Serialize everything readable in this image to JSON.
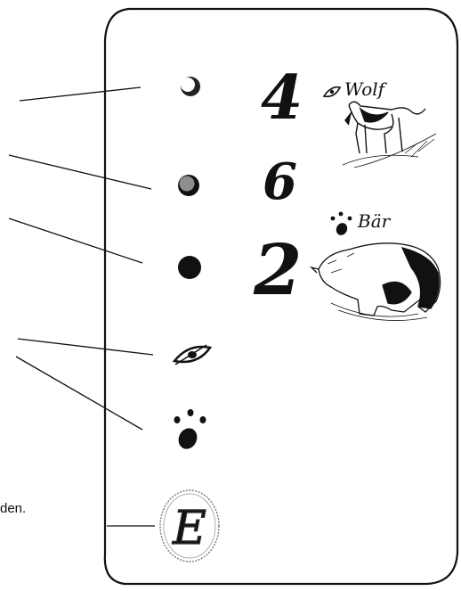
{
  "card": {
    "values": {
      "white": "4",
      "grey": "6",
      "black": "2"
    },
    "animals": {
      "wolf": "Wolf",
      "bear": "Bär"
    },
    "emblem_letter": "E"
  },
  "callout_fragment": "den.",
  "colors": {
    "ink": "#111111",
    "grey_dot": "#8e8e8e",
    "white": "#ffffff"
  }
}
